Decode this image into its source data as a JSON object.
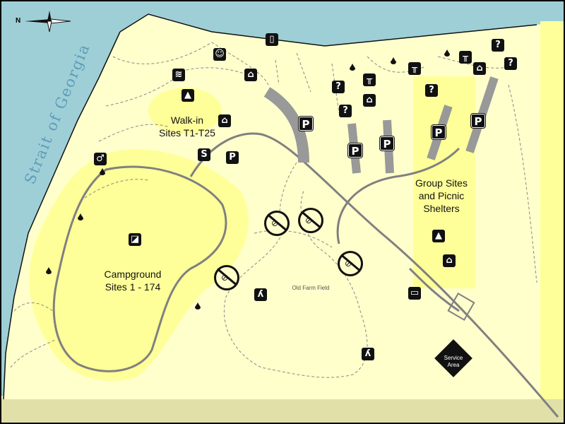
{
  "map": {
    "north_label": "N",
    "water_label": "Strait of Georgia",
    "areas": {
      "campground": "Campground\nSites 1 - 174",
      "walkin": "Walk-in\nSites T1-T25",
      "group": "Group Sites\nand Picnic\nShelters",
      "farm_field": "Old Farm Field",
      "service": "Service\nArea"
    },
    "icons": {
      "parking": "P",
      "info": "?",
      "sani_dump": "S",
      "no_bikes": "⊘"
    },
    "colors": {
      "water": "#9ecfd6",
      "land": "#ffffcc",
      "campsite_area": "#ffff99",
      "road": "#808080",
      "border": "#000000"
    }
  }
}
